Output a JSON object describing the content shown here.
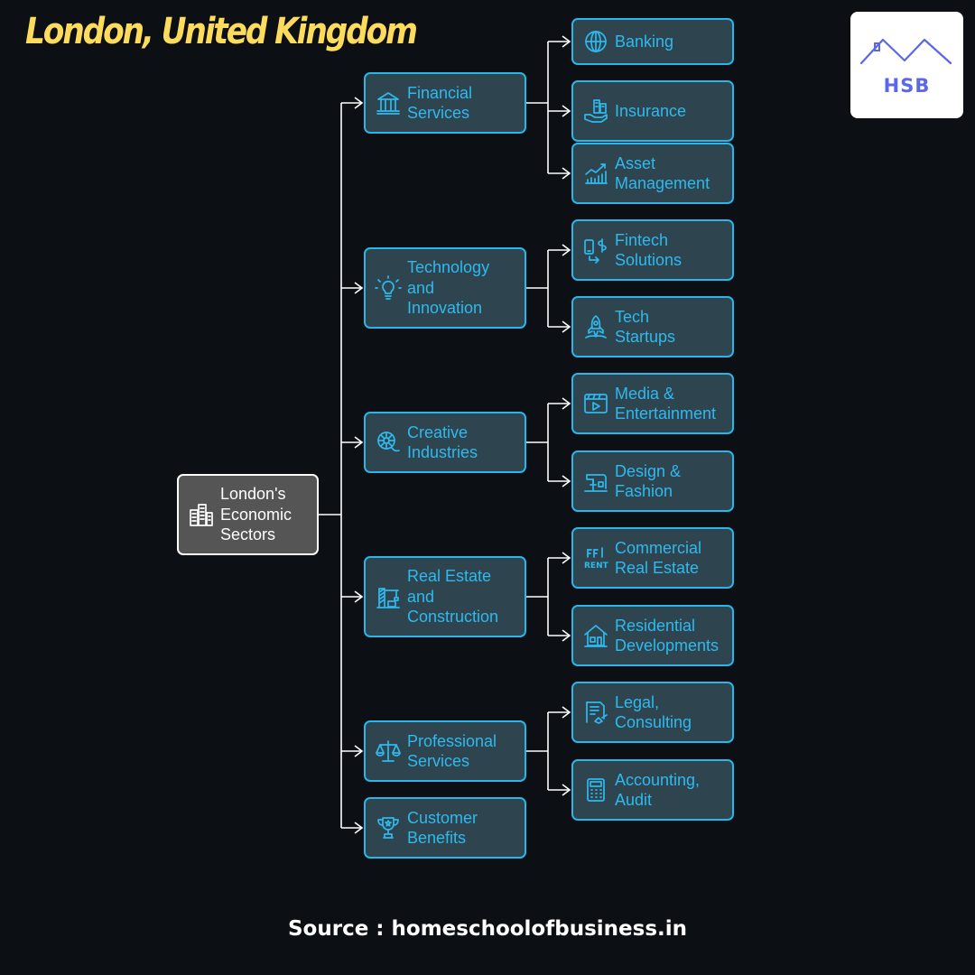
{
  "title": "London, United Kingdom",
  "logo": {
    "text": "HSB"
  },
  "source": "Source : homeschoolofbusiness.in",
  "colors": {
    "background": "#0c0f13",
    "title": "#fddb5c",
    "node_fill": "#2e4550",
    "node_border": "#27b7ea",
    "node_text": "#2fb9ee",
    "root_fill": "#555555",
    "root_text": "#ffffff",
    "logo_accent": "#5b66e8"
  },
  "diagram": {
    "root": {
      "label": "London's\nEconomic\nSectors",
      "icon": "city-buildings-icon"
    },
    "sectors": [
      {
        "label": "Financial\nServices",
        "icon": "bank-icon",
        "children": [
          {
            "label": "Banking",
            "icon": "globe-network-icon"
          },
          {
            "label": "Insurance",
            "icon": "hand-building-icon"
          },
          {
            "label": "Asset\nManagement",
            "icon": "growth-chart-icon"
          }
        ]
      },
      {
        "label": "Technology\nand\nInnovation",
        "icon": "light-bulb-icon",
        "children": [
          {
            "label": "Fintech\nSolutions",
            "icon": "phone-dollar-icon"
          },
          {
            "label": "Tech\nStartups",
            "icon": "rocket-icon"
          }
        ]
      },
      {
        "label": "Creative\nIndustries",
        "icon": "palette-icon",
        "children": [
          {
            "label": "Media &\nEntertainment",
            "icon": "video-player-icon"
          },
          {
            "label": "Design &\nFashion",
            "icon": "sewing-machine-icon"
          }
        ]
      },
      {
        "label": "Real Estate\nand\nConstruction",
        "icon": "crane-icon",
        "children": [
          {
            "label": "Commercial\nReal Estate",
            "icon": "rent-sign-icon"
          },
          {
            "label": "Residential\nDevelopments",
            "icon": "house-icon"
          }
        ]
      },
      {
        "label": "Professional\nServices",
        "icon": "scales-icon",
        "children": [
          {
            "label": "Legal,\nConsulting",
            "icon": "contract-icon"
          },
          {
            "label": "Accounting,\nAudit",
            "icon": "calculator-icon"
          }
        ]
      },
      {
        "label": "Customer\nBenefits",
        "icon": "trophy-icon",
        "children": []
      }
    ]
  }
}
